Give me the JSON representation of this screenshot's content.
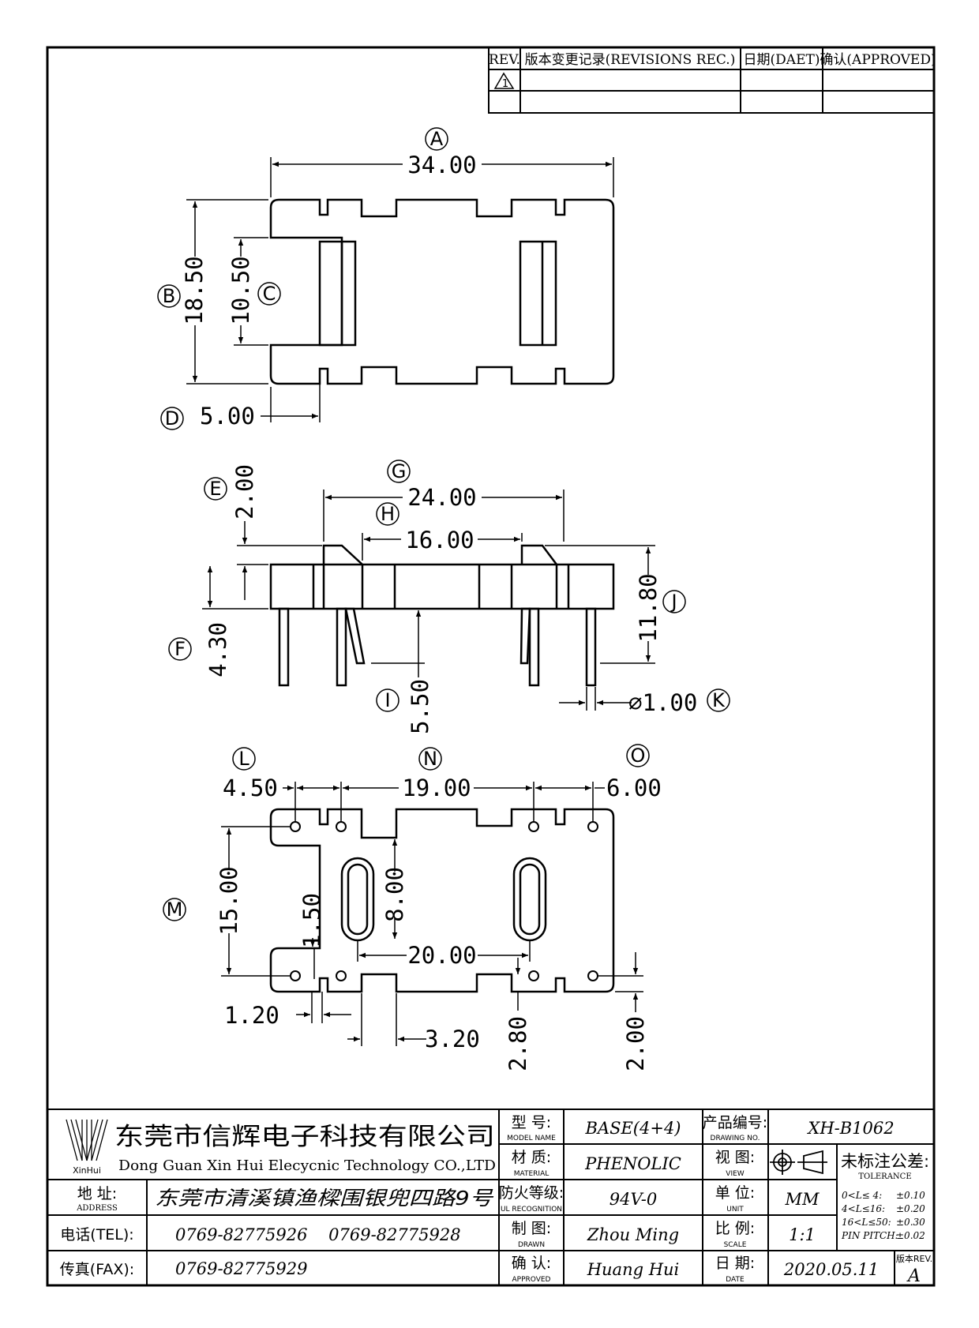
{
  "revision_table": {
    "headers": [
      "REV.",
      "版本变更记录(REVISIONS REC.)",
      "日期(DAET)",
      "确认(APPROVED)"
    ],
    "rows": [
      [
        "1",
        "",
        "",
        ""
      ],
      [
        "",
        "",
        "",
        ""
      ]
    ]
  },
  "top_view": {
    "A": {
      "label": "A",
      "value": "34.00"
    },
    "B": {
      "label": "B",
      "value": "18.50"
    },
    "C": {
      "label": "C",
      "value": "10.50"
    },
    "D": {
      "label": "D",
      "value": "5.00"
    }
  },
  "side_view": {
    "E": {
      "label": "E",
      "value": "2.00"
    },
    "G": {
      "label": "G",
      "value": "24.00"
    },
    "H": {
      "label": "H",
      "value": "16.00"
    },
    "J": {
      "label": "J",
      "value": "11.80"
    },
    "F": {
      "label": "F",
      "value": "4.30"
    },
    "I": {
      "label": "I",
      "value": "5.50"
    },
    "K": {
      "label": "K",
      "value": "⌀1.00"
    }
  },
  "bottom_view": {
    "L": {
      "label": "L",
      "value": "4.50"
    },
    "N": {
      "label": "N",
      "value": "19.00"
    },
    "O": {
      "label": "O",
      "value": "6.00"
    },
    "M": {
      "label": "M",
      "value": "15.00"
    },
    "d150": "1.50",
    "d800": "8.00",
    "d2000": "20.00",
    "d120": "1.20",
    "d320": "3.20",
    "d280": "2.80",
    "d200": "2.00"
  },
  "title_block": {
    "company_cn": "东莞市信辉电子科技有限公司",
    "company_en": "Dong Guan Xin Hui Elecycnic Technology CO.,LTD",
    "logo_text": "XinHui",
    "address_label": "地  址:",
    "address_label_en": "ADDRESS",
    "address": "东莞市清溪镇渔樑围银兜四路9号",
    "tel_label": "电话(TEL):",
    "tel": "0769-82775926    0769-82775928",
    "fax_label": "传真(FAX):",
    "fax": "0769-82775929",
    "model_label": "型  号:",
    "model_label_en": "MODEL NAME",
    "model": "BASE(4+4)",
    "material_label": "材  质:",
    "material_label_en": "MATERIAL",
    "material": "PHENOLIC",
    "ul_label": "防火等级:",
    "ul_label_en": "UL RECOGNITION",
    "ul": "94V-0",
    "drawn_label": "制  图:",
    "drawn_label_en": "DRAWN",
    "drawn": "Zhou Ming",
    "approved_label": "确  认:",
    "approved_label_en": "APPROVED",
    "approved": "Huang Hui",
    "drawing_no_label": "产品编号:",
    "drawing_no_label_en": "DRAWING NO.",
    "drawing_no": "XH-B1062",
    "view_label": "视  图:",
    "view_label_en": "VIEW",
    "unit_label": "单  位:",
    "unit_label_en": "UNIT",
    "unit": "MM",
    "scale_label": "比  例:",
    "scale_label_en": "SCALE",
    "scale": "1:1",
    "date_label": "日  期:",
    "date_label_en": "DATE",
    "date": "2020.05.11",
    "tolerance_title": "未标注公差:",
    "tolerance_title_en": "TOLERANCE",
    "tolerances": [
      {
        "range": "0<L≤ 4:",
        "value": "±0.10"
      },
      {
        "range": "4<L≤16:",
        "value": "±0.20"
      },
      {
        "range": "16<L≤50:",
        "value": "±0.30"
      },
      {
        "range": "PIN PITCH:",
        "value": "±0.02"
      }
    ],
    "rev_label": "版本REV.",
    "rev": "A"
  }
}
